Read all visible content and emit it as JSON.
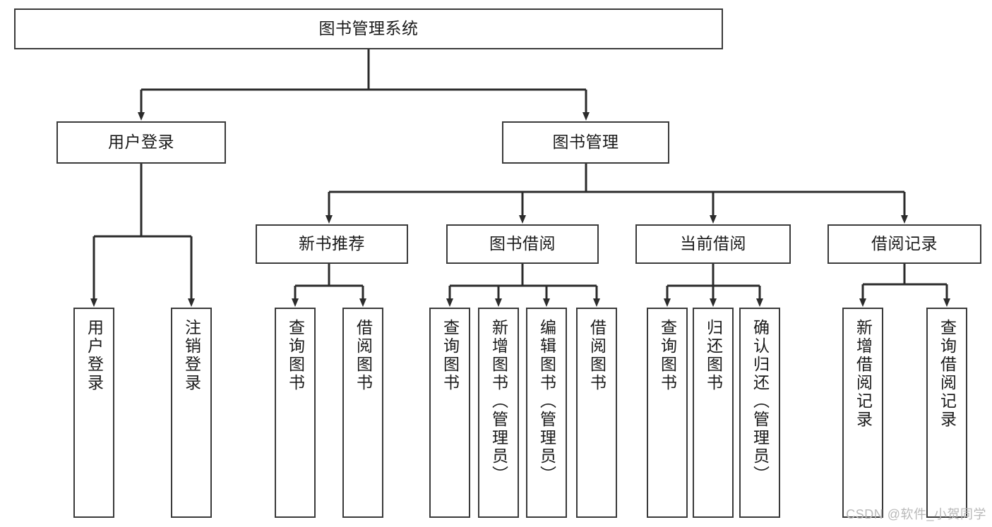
{
  "diagram": {
    "title": "图书管理系统",
    "type": "hierarchy-tree",
    "watermark": "CSDN @软件_小贺同学",
    "colors": {
      "background": "#ffffff",
      "box_border": "#3a3a3a",
      "box_fill": "#ffffff",
      "text": "#1a1a1a",
      "connector": "#2b2b2b",
      "watermark": "#b9b9b9"
    },
    "levels": {
      "root": {
        "label": "图书管理系统"
      },
      "level2": [
        {
          "label": "用户登录"
        },
        {
          "label": "图书管理"
        }
      ],
      "level3": [
        {
          "label": "新书推荐"
        },
        {
          "label": "图书借阅"
        },
        {
          "label": "当前借阅"
        },
        {
          "label": "借阅记录"
        }
      ],
      "leaves": {
        "user_login": [
          {
            "label": "用户登录"
          },
          {
            "label": "注销登录"
          }
        ],
        "new_book_recommend": [
          {
            "label": "查询图书"
          },
          {
            "label": "借阅图书"
          }
        ],
        "book_borrow": [
          {
            "label": "查询图书"
          },
          {
            "label": "新增图书（管理员）"
          },
          {
            "label": "编辑图书（管理员）"
          },
          {
            "label": "借阅图书"
          }
        ],
        "current_borrow": [
          {
            "label": "查询图书"
          },
          {
            "label": "归还图书"
          },
          {
            "label": "确认归还（管理员）"
          }
        ],
        "borrow_record": [
          {
            "label": "新增借阅记录"
          },
          {
            "label": "查询借阅记录"
          }
        ]
      }
    }
  }
}
